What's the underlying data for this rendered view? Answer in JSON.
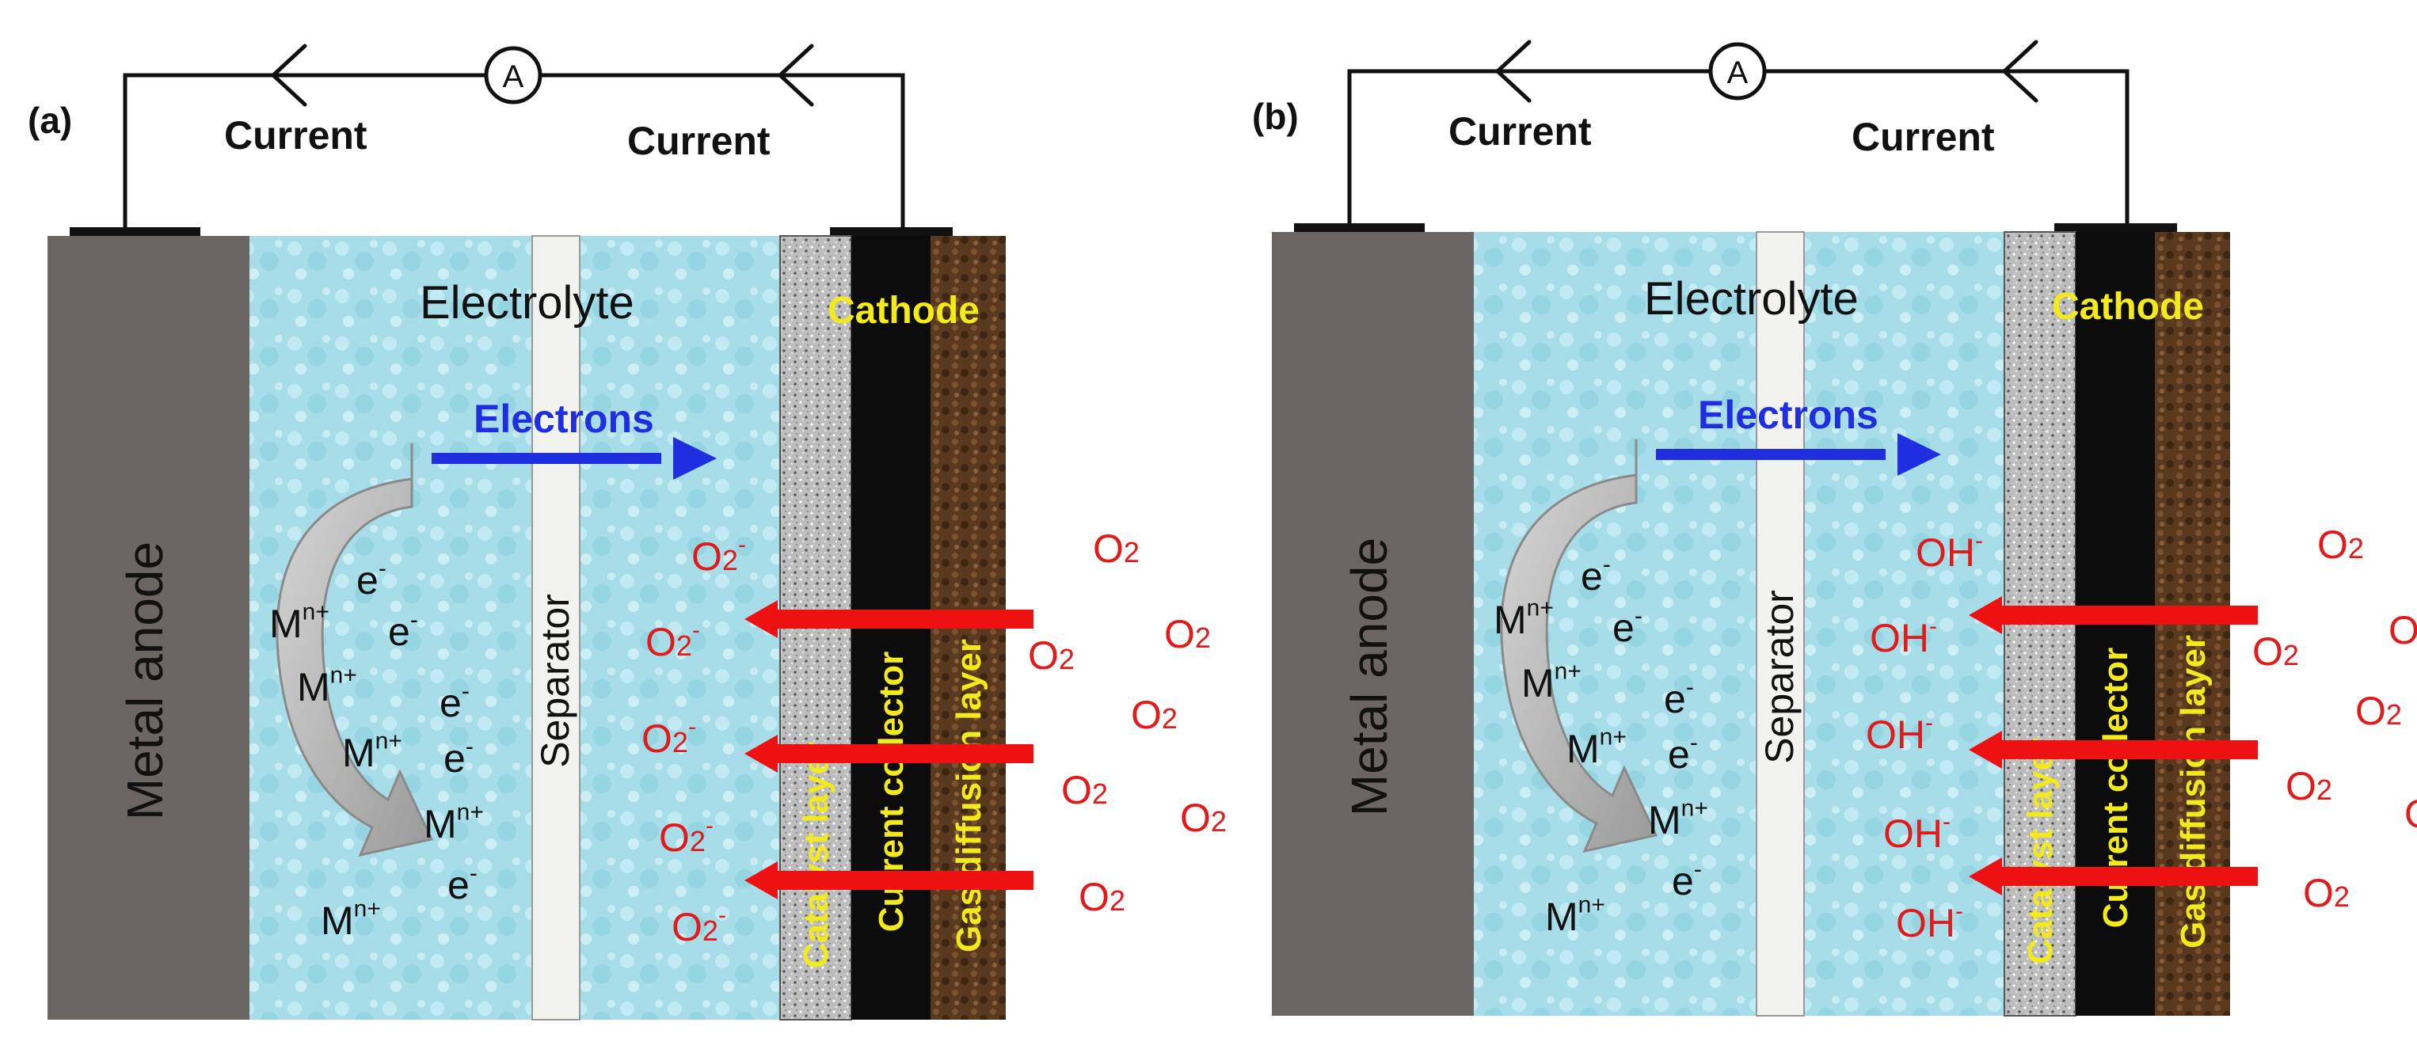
{
  "panels": [
    {
      "id": "a",
      "label": "(a)",
      "ammeter": "A",
      "current_left": "Current",
      "current_right": "Current",
      "anode": "Metal anode",
      "electrolyte": "Electrolyte",
      "separator": "Separator",
      "cathode": "Cathode",
      "catalyst_layer": "Catalyst layer",
      "current_collector": "Current collector",
      "gas_diffusion_layer": "Gas diffusion layer",
      "electrons": "Electrons",
      "species": {
        "m": "M",
        "m_sup": "n+",
        "e": "e",
        "e_sup": "-",
        "reduced": "O",
        "reduced_sub": "2",
        "reduced_sup": "-",
        "oxygen": "O",
        "oxygen_sub": "2"
      }
    },
    {
      "id": "b",
      "label": "(b)",
      "ammeter": "A",
      "current_left": "Current",
      "current_right": "Current",
      "anode": "Metal anode",
      "electrolyte": "Electrolyte",
      "separator": "Separator",
      "cathode": "Cathode",
      "catalyst_layer": "Catalyst layer",
      "current_collector": "Current collector",
      "gas_diffusion_layer": "Gas diffusion layer",
      "electrons": "Electrons",
      "species": {
        "m": "M",
        "m_sup": "n+",
        "e": "e",
        "e_sup": "-",
        "reduced": "OH",
        "reduced_sub": "",
        "reduced_sup": "-",
        "oxygen": "O",
        "oxygen_sub": "2"
      }
    }
  ],
  "colors": {
    "anode": "#6b6564",
    "electrolyte": "#a6dde9",
    "separator": "#f2f2ee",
    "catalyst": "#b9b9b9",
    "collector": "#0c0c0c",
    "gas_diffusion": "#5a3a1e",
    "electrons_arrow": "#1f2fe0",
    "oxygen_arrow": "#ee1111",
    "red_text": "#e01b1b",
    "yellow_text": "#f2ea1c",
    "blue_text": "#1f2fe0"
  }
}
